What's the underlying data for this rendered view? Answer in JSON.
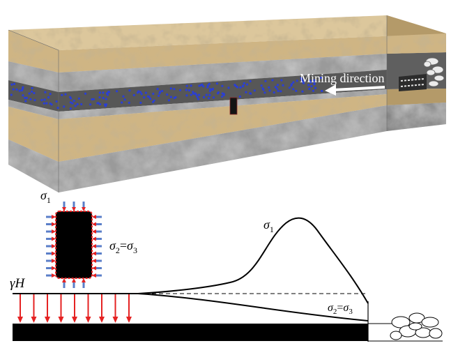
{
  "diagram": {
    "mining_direction_label": "Mining direction",
    "sigma1_symbol": "σ",
    "sigma1_sub": "1",
    "sigma2_symbol": "σ",
    "sigma2_sub": "2",
    "equals": "=",
    "sigma3_symbol": "σ",
    "sigma3_sub": "3",
    "gamma_h_gamma": "γ",
    "gamma_h_h": "H"
  },
  "colors": {
    "sand_top": "#dcc79c",
    "sand_front": "#cfb584",
    "sand_side": "#b49a69",
    "rock_front": "#9a9a9a",
    "rock_side": "#858585",
    "coal": "#575757",
    "coal_side": "#3e3e3e",
    "dots": "#2a3fd6",
    "arrow_red": "#e52222",
    "arrow_blue": "#5a7ec8",
    "black": "#000000"
  }
}
